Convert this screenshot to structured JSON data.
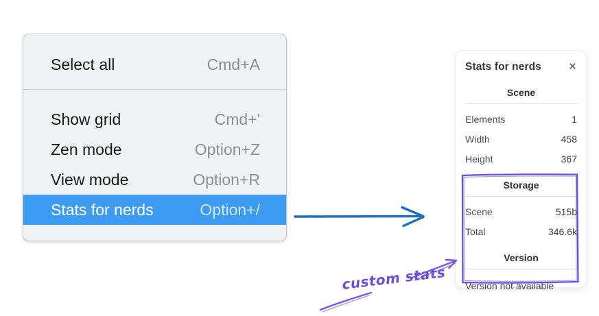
{
  "menu": {
    "items": [
      {
        "label": "Select all",
        "shortcut": "Cmd+A",
        "highlighted": false
      },
      {
        "label": "Show grid",
        "shortcut": "Cmd+'",
        "highlighted": false
      },
      {
        "label": "Zen mode",
        "shortcut": "Option+Z",
        "highlighted": false
      },
      {
        "label": "View mode",
        "shortcut": "Option+R",
        "highlighted": false
      },
      {
        "label": "Stats for nerds",
        "shortcut": "Option+/",
        "highlighted": true
      }
    ]
  },
  "panel": {
    "title": "Stats for nerds",
    "close_glyph": "×",
    "sections": [
      {
        "heading": "Scene",
        "rows": [
          {
            "label": "Elements",
            "value": "1"
          },
          {
            "label": "Width",
            "value": "458"
          },
          {
            "label": "Height",
            "value": "367"
          }
        ]
      },
      {
        "heading": "Storage",
        "rows": [
          {
            "label": "Scene",
            "value": "515b"
          },
          {
            "label": "Total",
            "value": "346.6k"
          }
        ]
      },
      {
        "heading": "Version",
        "note": "Version not available"
      }
    ]
  },
  "annotation": {
    "label": "custom stats"
  },
  "colors": {
    "menu_highlight": "#3d9cf0",
    "menu_background": "#f1f2f4",
    "flow_arrow_blue": "#1e6fb8",
    "annotation_violet": "#6d4fd2"
  }
}
